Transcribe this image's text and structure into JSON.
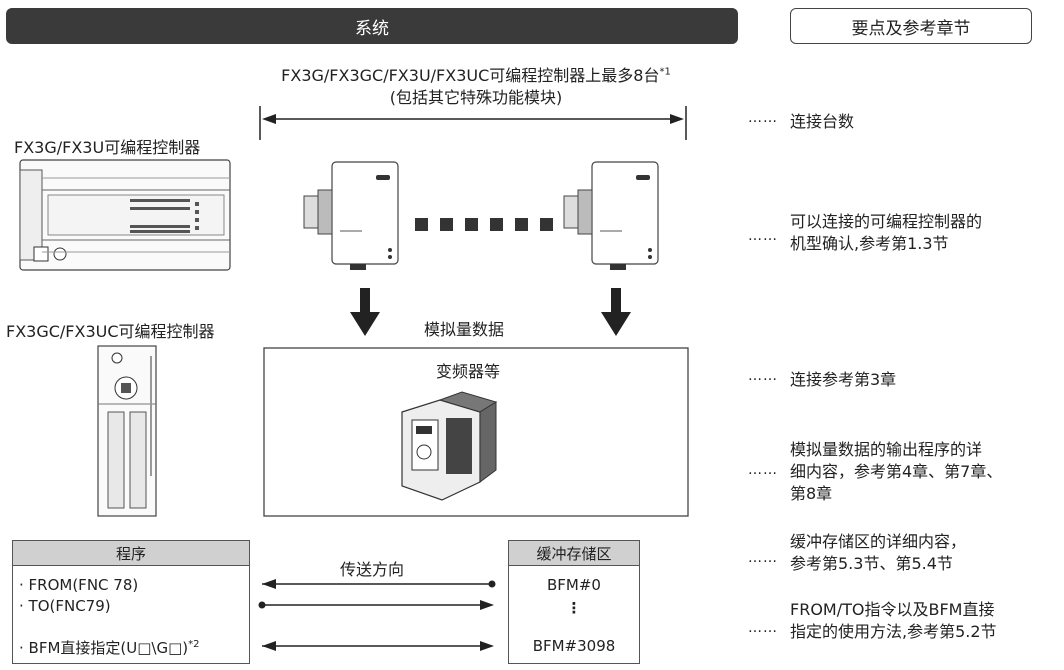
{
  "header": {
    "system_label": "系统",
    "reference_label": "要点及参考章节"
  },
  "top": {
    "max_units_line1": "FX3G/FX3GC/FX3U/FX3UC可编程控制器上最多8台",
    "max_units_sup": "*1",
    "max_units_line2": "(包括其它特殊功能模块)"
  },
  "plc_labels": {
    "fx3g": "FX3G/FX3U可编程控制器",
    "fx3gc": "FX3GC/FX3UC可编程控制器"
  },
  "analog_label": "模拟量数据",
  "inverter_box_label": "变频器等",
  "transfer_label": "传送方向",
  "program_table": {
    "header": "程序",
    "rows": [
      "· FROM(FNC 78)",
      "· TO(FNC79)",
      "· BFM直接指定(U□\\G□)"
    ],
    "row3_sup": "*2"
  },
  "buffer_table": {
    "header": "缓冲存储区",
    "rows": [
      "BFM#0",
      "⋮",
      "BFM#3098"
    ]
  },
  "notes": {
    "dots": "……",
    "n1": "连接台数",
    "n2_l1": "可以连接的可编程控制器的",
    "n2_l2": "机型确认,参考第1.3节",
    "n3": "连接参考第3章",
    "n4_l1": "模拟量数据的输出程序的详",
    "n4_l2": "细内容，参考第4章、第7章、",
    "n4_l3": "第8章",
    "n5_l1": "缓冲存储区的详细内容，",
    "n5_l2": "参考第5.3节、第5.4节",
    "n6_l1": "FROM/TO指令以及BFM直接",
    "n6_l2": "指定的使用方法,参考第5.2节"
  }
}
